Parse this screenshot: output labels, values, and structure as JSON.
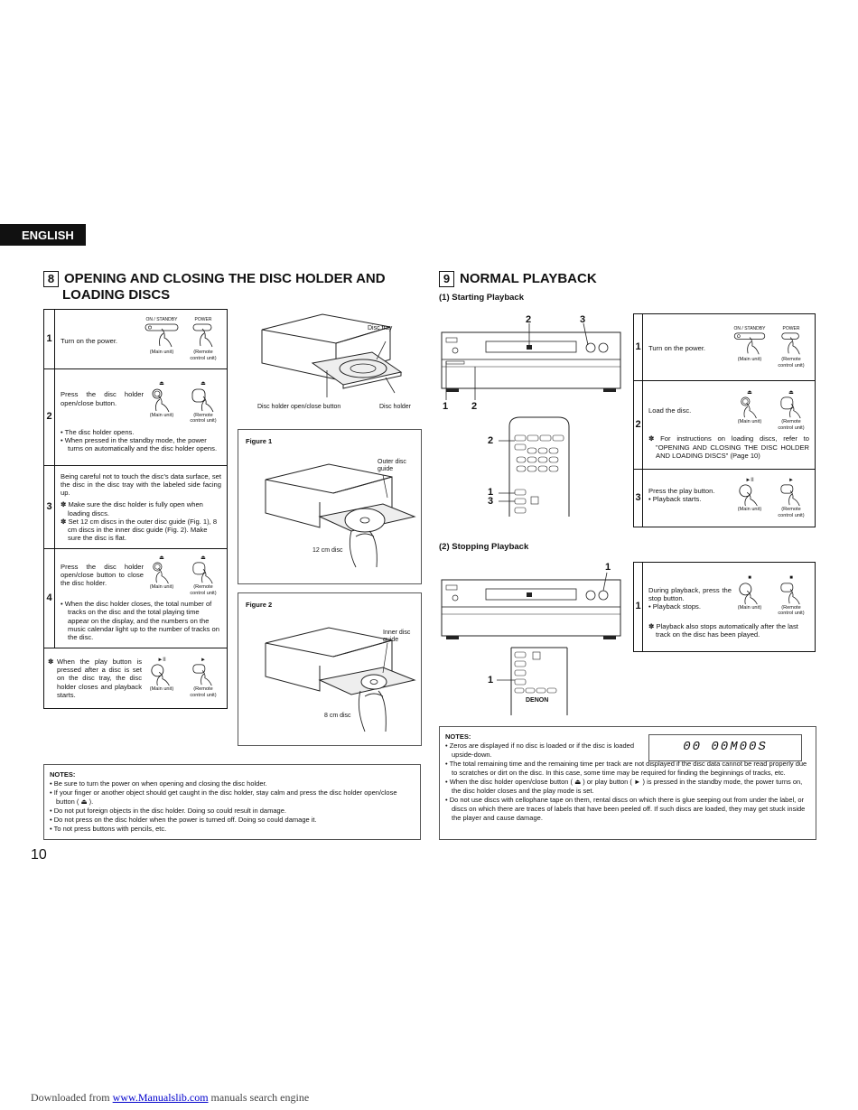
{
  "lang_tab": "ENGLISH",
  "sec8": {
    "num": "8",
    "title_line1": "OPENING AND CLOSING THE DISC HOLDER AND",
    "title_line2": "LOADING DISCS"
  },
  "sec9": {
    "num": "9",
    "title": "NORMAL PLAYBACK",
    "sub1": "(1)  Starting Playback",
    "sub2": "(2)  Stopping Playback"
  },
  "labels": {
    "on_standby": "ON / STANDBY",
    "power": "POWER",
    "main_unit": "(Main unit)",
    "remote": "(Remote",
    "control_unit": "control unit)",
    "open_close": "OPEN/ CLOSE",
    "play_sym": "►II",
    "play_sym2": "►",
    "stop_sym": "■"
  },
  "s8": {
    "step1": {
      "num": "1",
      "text": "Turn on the power."
    },
    "step2": {
      "num": "2",
      "text": "Press the disc holder open/close button.",
      "b1": "• The disc holder opens.",
      "b2": "• When pressed in the standby mode, the power turns on automatically and the disc holder opens."
    },
    "step3": {
      "num": "3",
      "text": "Being careful not to touch the disc's data surface, set the disc in the disc tray with the labeled side facing up.",
      "b1": "✽  Make sure the disc holder is fully open when loading discs.",
      "b2": "✽  Set 12 cm discs in the outer disc guide (Fig. 1), 8 cm discs in the inner disc guide (Fig. 2). Make sure the disc is flat."
    },
    "step4": {
      "num": "4",
      "text": "Press the disc holder open/close button to close the disc holder.",
      "b1": "• When the disc holder closes, the total number of tracks on the disc and the total playing time appear on the display, and the numbers on the music calendar light up to the number of tracks on the disc."
    },
    "step5": {
      "num": "✽",
      "text": "When the play button is pressed after a disc is set on the disc tray, the disc holder closes and playback starts."
    }
  },
  "fig_top": {
    "disc_tray": "Disc tray",
    "open_close_button": "Disc holder open/close button",
    "disc_holder": "Disc holder"
  },
  "fig1": {
    "label": "Figure 1",
    "outer_line1": "Outer disc",
    "outer_line2": "guide",
    "disc": "12 cm disc"
  },
  "fig2": {
    "label": "Figure 2",
    "inner_line1": "Inner disc",
    "inner_line2": "guide",
    "disc": "8 cm disc"
  },
  "notes8": {
    "head": "NOTES:",
    "items": [
      "• Be sure to turn the power on when opening and closing the disc holder.",
      "• If your finger or another object should get caught in the disc holder, stay calm and press the disc holder open/close button ( ⏏ ).",
      "• Do not put foreign objects in the disc holder. Doing so could result in damage.",
      "• Do not press on the disc holder when the power is turned off. Doing so could damage it.",
      "• To not press buttons with pencils, etc."
    ]
  },
  "s9a": {
    "step1": {
      "num": "1",
      "text": "Turn on the power."
    },
    "step2": {
      "num": "2",
      "text": "Load the disc.",
      "b1": "✽  For instructions on loading discs, refer to \"OPENING AND CLOSING THE DISC HOLDER AND LOADING DISCS\" (Page 10)"
    },
    "step3": {
      "num": "3",
      "text": "Press the play button.",
      "b1": "• Playback starts."
    }
  },
  "s9b": {
    "step1": {
      "num": "1",
      "text": "During playback, press the stop button.",
      "b1": "• Playback stops.",
      "b2": "✽  Playback also stops automatically after the last track on the disc has been played."
    }
  },
  "callouts": {
    "n1": "1",
    "n2": "2",
    "n3": "3"
  },
  "remote_brand": "DENON",
  "notes9": {
    "head": "NOTES:",
    "items": [
      "• Zeros are displayed if no disc is loaded or if the disc is loaded upside-down.",
      "• The total remaining time and the remaining time per track are not displayed if the disc data cannot be read properly due to scratches or dirt on the disc. In this case, some time may be required for finding the beginnings of tracks, etc.",
      "• When the disc holder open/close button ( ⏏ ) or play button ( ► ) is pressed in the standby mode, the power turns on, the disc holder closes and the play mode is set.",
      "• Do not use discs with cellophane tape on them, rental discs on which there is glue seeping out from under the label, or discs on which there are traces of labels that have been peeled off. If such discs are loaded, they may get stuck inside the player and cause damage."
    ],
    "display": "00  00M00S"
  },
  "page_number": "10",
  "footer": {
    "prefix": "Downloaded from",
    "link": "www.Manualslib.com",
    "suffix": "manuals search engine"
  }
}
